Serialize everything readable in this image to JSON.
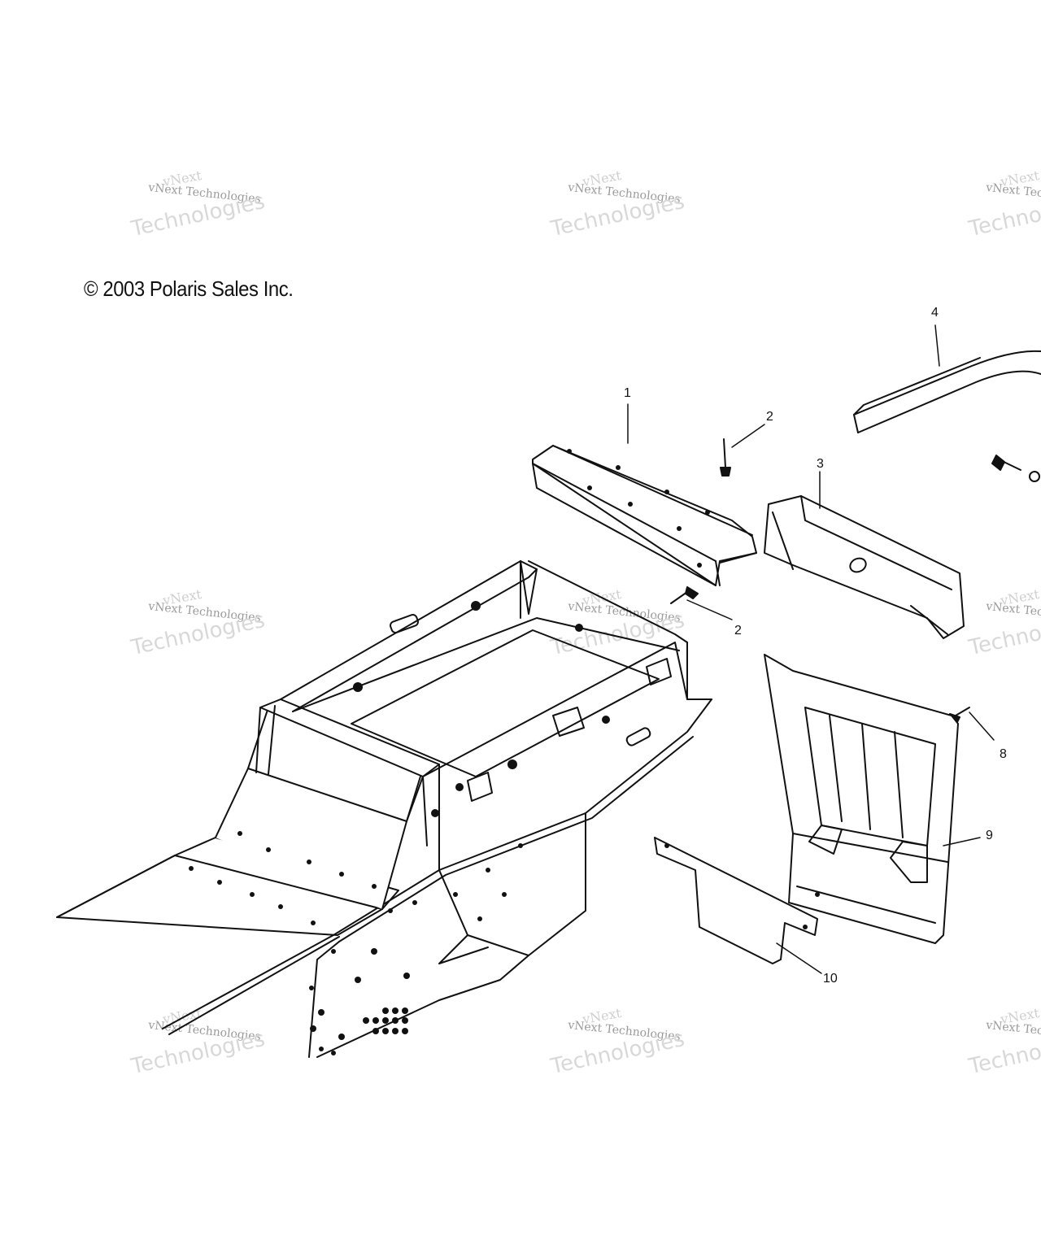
{
  "copyright": "© 2003 Polaris Sales Inc.",
  "watermark": {
    "line1": "vNext",
    "line2": "vNext Technologies",
    "line3": "Technologies"
  },
  "callouts": {
    "c1": "1",
    "c2a": "2",
    "c2b": "2",
    "c3": "3",
    "c4": "4",
    "c8": "8",
    "c9": "9",
    "c10": "10"
  },
  "colors": {
    "line": "#111111",
    "watermark": "#cccccc"
  }
}
